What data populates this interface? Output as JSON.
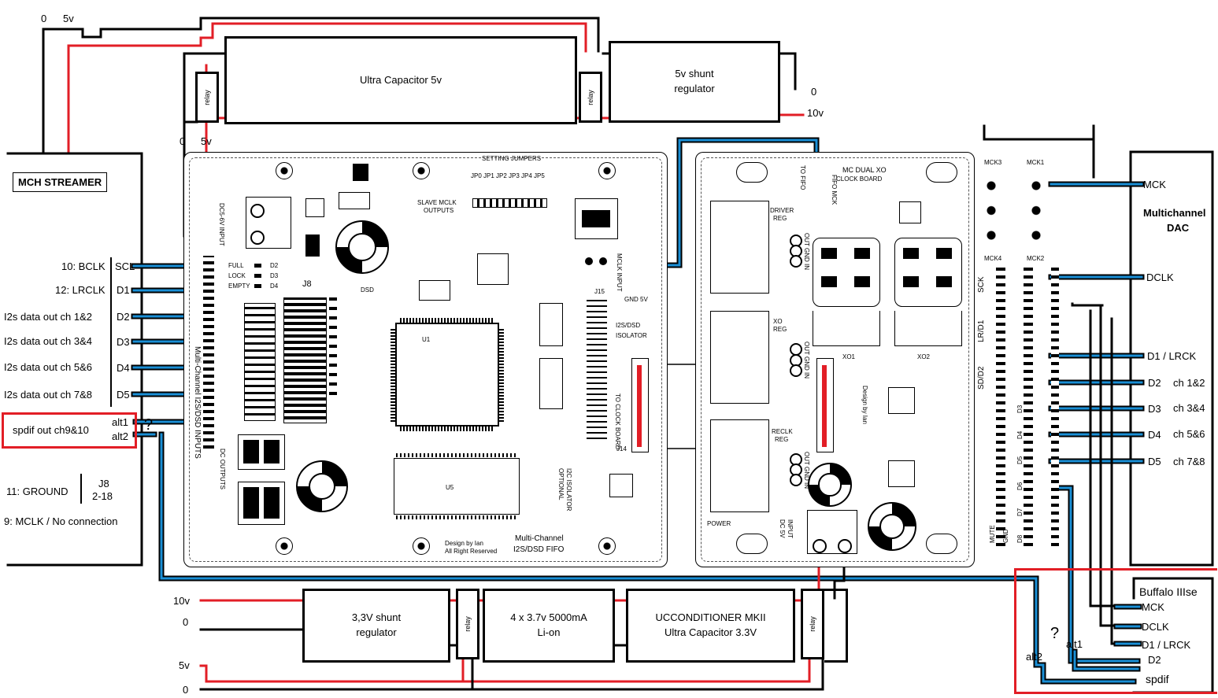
{
  "top_labels": {
    "streamer_gnd": "0",
    "streamer_5v": "5v",
    "fifo_gnd": "0",
    "fifo_5v": "5v",
    "shunt_out_gnd": "0",
    "shunt_out_10v": "10v"
  },
  "ultra_cap_5v": "Ultra Capacitor  5v",
  "shunt_5v": [
    "5v  shunt",
    "regulator"
  ],
  "relay": "relay",
  "streamer": {
    "title": "MCH STREAMER",
    "pins": [
      {
        "label": "10: BCLK",
        "pin": "SCL"
      },
      {
        "label": "12: LRCLK",
        "pin": "D1"
      },
      {
        "label": "I2s data out ch 1&2",
        "pin": "D2"
      },
      {
        "label": "I2s data out ch 3&4",
        "pin": "D3"
      },
      {
        "label": "I2s data out ch 5&6",
        "pin": "D4"
      },
      {
        "label": "I2s data out ch 7&8",
        "pin": "D5"
      }
    ],
    "spdif": "spdif out ch9&10",
    "alt1": "alt1",
    "alt2": "alt2",
    "question": "?",
    "ground": "11: GROUND",
    "j8": "J8",
    "j8_range": "2-18",
    "mclk": "9: MCLK  / No connection"
  },
  "dac": {
    "title_line1": "Multichannel",
    "title_line2": "DAC",
    "mck": "MCK",
    "dclk": "DCLK",
    "d1": "D1 / LRCK",
    "d2": "D2",
    "d3": "D3",
    "d4": "D4",
    "d5": "D5",
    "ch12": "ch 1&2",
    "ch34": "ch 3&4",
    "ch56": "ch 5&6",
    "ch78": "ch 7&8"
  },
  "buffalo": {
    "title": "Buffalo IIIse",
    "pins": [
      "MCK",
      "DCLK",
      "D1 / LRCK",
      "D2",
      "spdif"
    ],
    "alt1": "alt1",
    "alt2": "alt2",
    "question": "?"
  },
  "bottom": {
    "v10": "10v",
    "gnd1": "0",
    "v5": "5v",
    "gnd2": "0",
    "shunt33": [
      "3,3V shunt",
      "regulator"
    ],
    "liion": [
      "4 x 3.7v 5000mA",
      "Li-on"
    ],
    "ucc": [
      "UCCONDITIONER MKII",
      "Ultra Capacitor 3.3V"
    ]
  },
  "fifo_board": {
    "setting_jumpers": "SETTING JUMPERS",
    "jumpers": "JP0 JP1 JP2 JP3 JP4 JP5",
    "slave_mclk": [
      "SLAVE MCLK",
      "OUTPUTS"
    ],
    "dc_input": "DC5-6V INPUT",
    "status": [
      "FULL",
      "LOCK",
      "EMPTY"
    ],
    "status_refs": [
      "D2",
      "D3",
      "D4"
    ],
    "j8": "J8",
    "side_label": "Multi-Channel I2S/DSD INPUTS",
    "dsd": "DSD",
    "gnd_5v": "GND  5V",
    "isolator": [
      "I2S/DSD",
      "ISOLATOR"
    ],
    "to_clock_board": "TO CLOCK BOARD",
    "optional": [
      "OPTIONAL",
      "I2C ISOLATOR"
    ],
    "footer": [
      "Multi-Channel",
      "I2S/DSD FIFO"
    ],
    "design": [
      "Design by Ian",
      "All Right Reserved"
    ],
    "u1": "U1",
    "u5": "U5",
    "j15": "J15",
    "j14": "J14",
    "mclk_input": "MCLK INPUT",
    "dc_outputs": "DC OUTPUTS"
  },
  "clock_board": {
    "title": [
      "MC DUAL XO",
      "CLOCK BOARD"
    ],
    "to_fifo": "TO FIFO",
    "fifo_mck": "FIFO MCK",
    "driver_reg": [
      "DRIVER",
      "REG"
    ],
    "xo_reg": [
      "XO",
      "REG"
    ],
    "reclk_reg": [
      "RECLK",
      "REG"
    ],
    "out_gnd_in": "OUT GND IN",
    "xo1": "XO1",
    "xo2": "XO2",
    "design": "Design by Ian",
    "power": "POWER",
    "dc_input": [
      "DC 5V",
      "INPUT"
    ],
    "mck_labels": [
      "MCK3",
      "MCK1",
      "MCK4",
      "MCK2"
    ],
    "side_labels": [
      "SCK",
      "LR/D1",
      "SD/D2",
      "D3",
      "D4",
      "D5",
      "D6",
      "D7",
      "D8"
    ],
    "mute": "MUTE",
    "gnd": "GND"
  }
}
